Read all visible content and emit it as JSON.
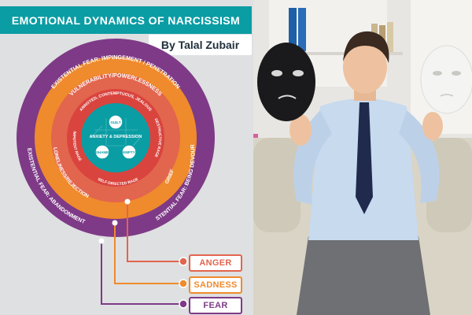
{
  "infographic": {
    "title": "EMOTIONAL DYNAMICS OF NARCISSISM",
    "author": "By Talal Zubair",
    "rings": {
      "outer_top": "EXISTENTIAL FEAR: IMPINGEMENT / PENETRATION",
      "outer_right": "EXISTENTIAL FEAR: BEING DEVOURED",
      "outer_left": "EXISTENTIAL FEAR: ABANDONMENT",
      "orange_top": "VULNERABILITY/POWERLESSNESS",
      "orange_right": "GRIEF",
      "orange_left": "LONELINESS/REJECTION",
      "red_top": "ANNOYED, CONTEMPTUOUS, JEALOUS",
      "red_left": "IMPOTENT RAGE",
      "red_right": "DESTRUCTIVE RAGE",
      "red_bottom": "SELF-DIRECTED RAGE",
      "core": "ANXIETY & DEPRESSION",
      "core_node_top": "GUILT",
      "core_node_left": "SHAME",
      "core_node_right": "EMPTY"
    },
    "emotions": [
      {
        "label": "ANGER",
        "color": "#e2654e"
      },
      {
        "label": "SADNESS",
        "color": "#ef8a2d"
      },
      {
        "label": "FEAR",
        "color": "#7e3a87"
      }
    ],
    "colors": {
      "teal": "#0b9da4",
      "outer_ring": "#7e3a87",
      "orange_ring": "#ef8a2d",
      "red_ring": "#e2654e"
    }
  }
}
